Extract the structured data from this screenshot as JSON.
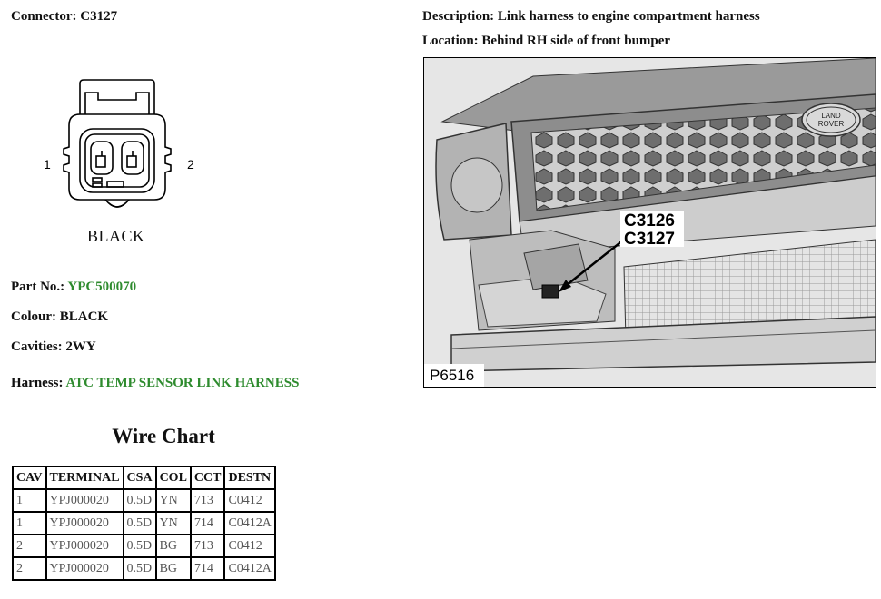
{
  "connector": {
    "label": "Connector:",
    "value": "C3127"
  },
  "description": {
    "label": "Description:",
    "value": "Link harness to engine compartment harness"
  },
  "location": {
    "label": "Location:",
    "value": "Behind RH side of front bumper"
  },
  "drawing": {
    "pin_left": "1",
    "pin_right": "2",
    "caption": "BLACK"
  },
  "part_no": {
    "label": "Part No.:",
    "value": "YPC500070"
  },
  "colour": {
    "label": "Colour:",
    "value": "BLACK"
  },
  "cavities": {
    "label": "Cavities:",
    "value": "2WY"
  },
  "harness": {
    "label": "Harness:",
    "value": "ATC TEMP SENSOR LINK HARNESS"
  },
  "wire_chart": {
    "title": "Wire Chart",
    "headers": [
      "CAV",
      "TERMINAL",
      "CSA",
      "COL",
      "CCT",
      "DESTN"
    ],
    "rows": [
      [
        "1",
        "YPJ000020",
        "0.5D",
        "YN",
        "713",
        "C0412"
      ],
      [
        "1",
        "YPJ000020",
        "0.5D",
        "YN",
        "714",
        "C0412A"
      ],
      [
        "2",
        "YPJ000020",
        "0.5D",
        "BG",
        "713",
        "C0412"
      ],
      [
        "2",
        "YPJ000020",
        "0.5D",
        "BG",
        "714",
        "C0412A"
      ]
    ]
  },
  "photo": {
    "callout_1": "C3126",
    "callout_2": "C3127",
    "figure_id": "P6516",
    "badge_line1": "LAND",
    "badge_line2": "ROVER"
  }
}
